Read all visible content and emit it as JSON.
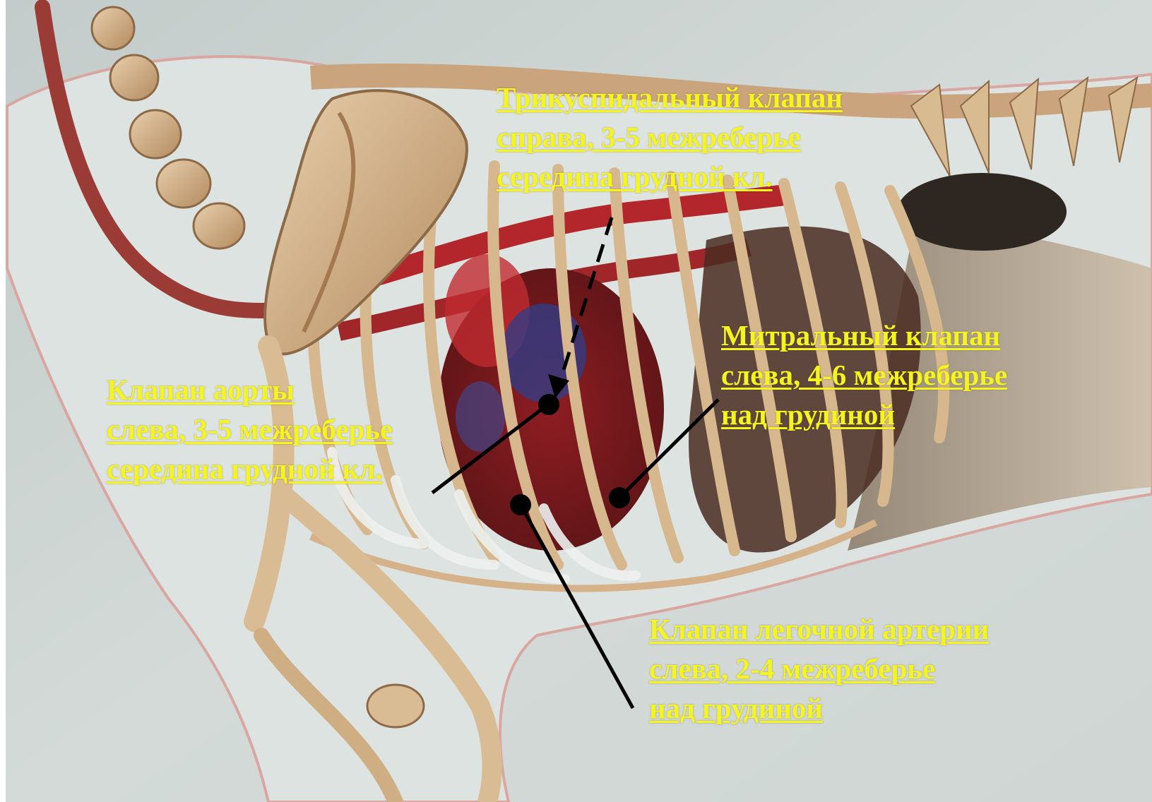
{
  "colors": {
    "label_text": "#f5f51e",
    "pointer": "#000000",
    "background": "#c9d2cf",
    "bone": "#d8b892",
    "heart_red": "#b0242a",
    "vein_blue": "#2d3f8c"
  },
  "labels": {
    "tricuspid": {
      "line1": "Трикуспидальный клапан",
      "line2": "справа, 3-5 межреберье",
      "line3": "середина грудной кл."
    },
    "mitral": {
      "line1": "Митральный клапан",
      "line2": "слева, 4-6 межреберье",
      "line3": "над грудиной"
    },
    "aortic": {
      "line1": "Клапан аорты",
      "line2": "слева, 3-5 межреберье",
      "line3": "середина грудной кл."
    },
    "pulmonary": {
      "line1": "Клапан легочной артерии",
      "line2": "слева, 2-4 межреберье",
      "line3": "над грудиной"
    }
  }
}
